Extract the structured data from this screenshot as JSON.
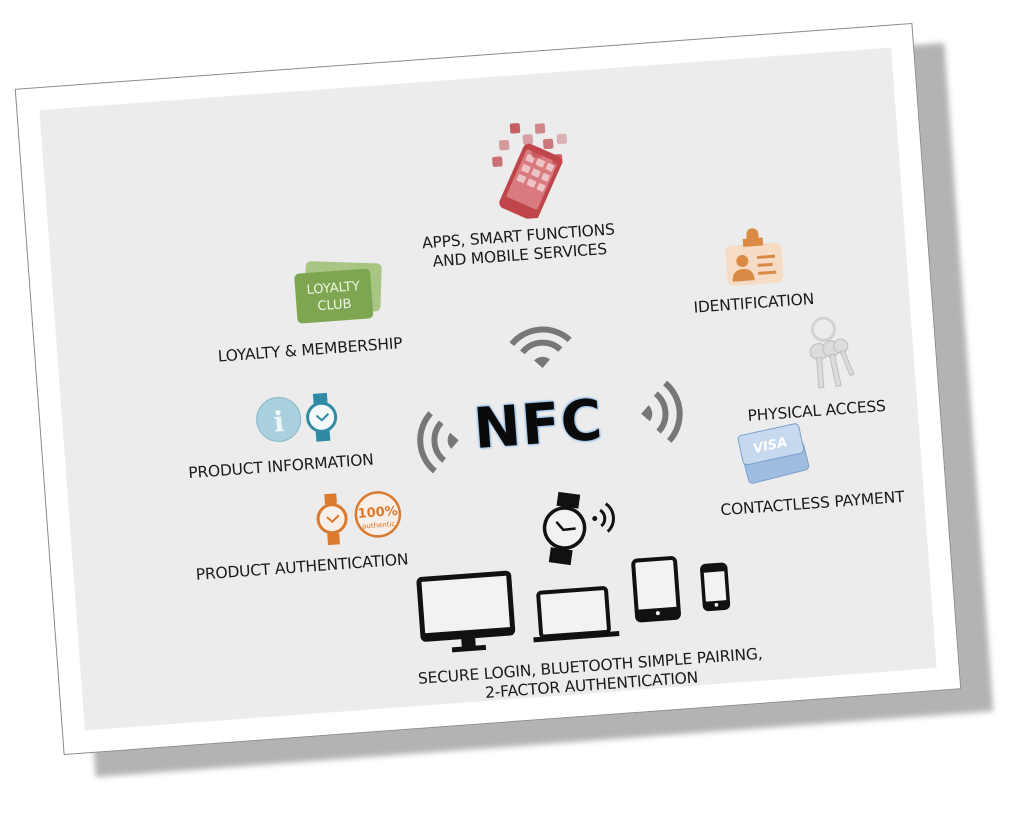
{
  "diagram": {
    "center": {
      "label": "NFC",
      "icon": "wireless-signal-icon"
    },
    "use_cases": [
      {
        "id": "apps",
        "label_lines": [
          "APPS, SMART FUNCTIONS",
          "AND MOBILE SERVICES"
        ],
        "icon": "smartphone-apps-icon",
        "color": "#c0454a"
      },
      {
        "id": "loyalty",
        "label_lines": [
          "LOYALTY & MEMBERSHIP"
        ],
        "icon": "loyalty-card-icon",
        "icon_text": [
          "LOYALTY",
          "CLUB"
        ],
        "color": "#7ea650"
      },
      {
        "id": "identification",
        "label_lines": [
          "IDENTIFICATION"
        ],
        "icon": "id-badge-icon",
        "color": "#d98a45"
      },
      {
        "id": "physical-access",
        "label_lines": [
          "PHYSICAL ACCESS"
        ],
        "icon": "keys-icon",
        "color": "#cfcfcf"
      },
      {
        "id": "product-info",
        "label_lines": [
          "PRODUCT INFORMATION"
        ],
        "icon": "info-watch-icon",
        "icon_text": [
          "i"
        ],
        "color": "#2e8ba3"
      },
      {
        "id": "product-auth",
        "label_lines": [
          "PRODUCT AUTHENTICATION"
        ],
        "icon": "authentic-seal-icon",
        "icon_text": [
          "100%",
          "authentic"
        ],
        "color": "#d97a2e"
      },
      {
        "id": "payment",
        "label_lines": [
          "CONTACTLESS PAYMENT"
        ],
        "icon": "credit-card-icon",
        "icon_text": [
          "VISA"
        ],
        "color": "#7aa0cc"
      },
      {
        "id": "secure-login",
        "label_lines": [
          "SECURE LOGIN, BLUETOOTH SIMPLE PAIRING,",
          "2-FACTOR AUTHENTICATION"
        ],
        "icon": "devices-icon",
        "color": "#111111"
      }
    ]
  }
}
